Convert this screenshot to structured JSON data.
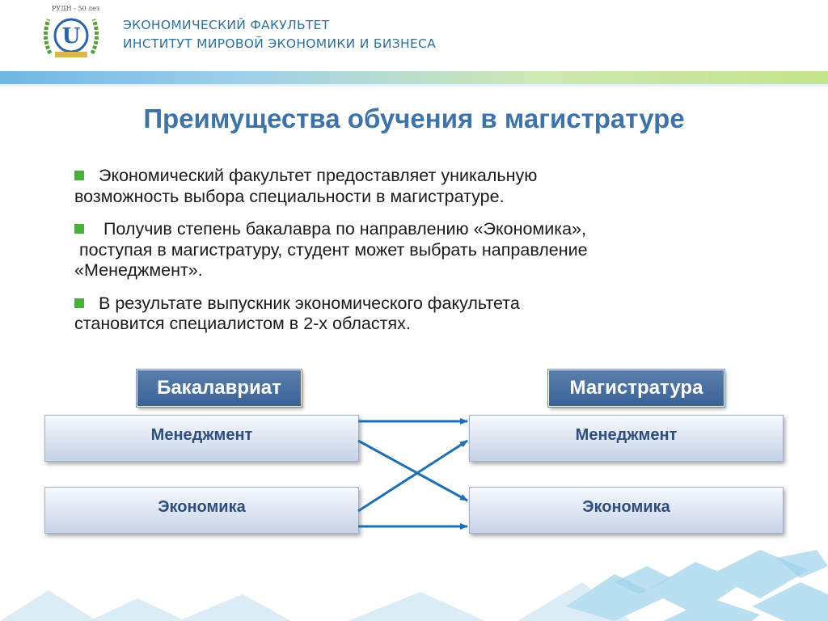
{
  "header": {
    "logo_text": "РУДН - 50 лет",
    "line1": "ЭКОНОМИЧЕСКИЙ ФАКУЛЬТЕТ",
    "line2": "ИНСТИТУТ МИРОВОЙ ЭКОНОМИКИ И БИЗНЕСА"
  },
  "title": "Преимущества обучения в магистратуре",
  "bullets": [
    {
      "line1": "Экономический факультет предоставляет уникальную",
      "line2": "возможность выбора специальности в магистратуре."
    },
    {
      "line1": " Получив степень бакалавра по направлению «Экономика»,",
      "line2": " поступая в магистратуру, студент может выбрать направление",
      "line3": "«Менеджмент»."
    },
    {
      "line1": "В результате выпускник экономического факультета",
      "line2": "становится специалистом в 2-х областях."
    }
  ],
  "diagram": {
    "left_header": "Бакалавриат",
    "right_header": "Магистратура",
    "left_nodes": [
      "Менеджмент",
      "Экономика"
    ],
    "right_nodes": [
      "Менеджмент",
      "Экономика"
    ]
  },
  "colors": {
    "accent": "#3d73a8",
    "bullet": "#49b03c",
    "arrow": "#1f6fb3"
  }
}
